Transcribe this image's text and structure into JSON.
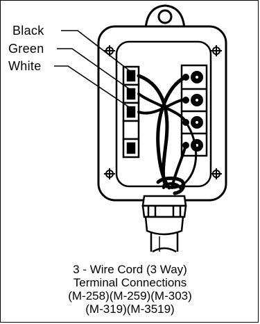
{
  "labels": {
    "black": "Black",
    "green": "Green",
    "white": "White"
  },
  "caption": {
    "line1": "3 - Wire Cord (3 Way)",
    "line2": "Terminal Connections",
    "line3": "(M-258)(M-259)(M-303)",
    "line4": "(M-319)(M-3519)"
  }
}
